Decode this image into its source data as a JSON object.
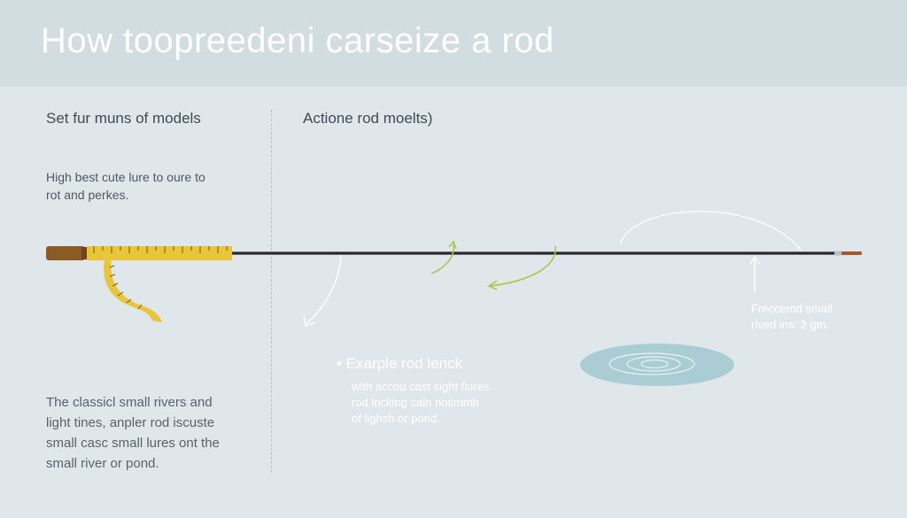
{
  "title": "How toopreedeni carseize a rod",
  "left_panel": {
    "heading": "Set fur muns of models",
    "subtext_lines": [
      "High best cute lure to oure to",
      "rot and perkes."
    ],
    "description_lines": [
      "The classicl small rivers and",
      "light tines, anpler rod iscuste",
      "small casc small lures ont the",
      "small river or pond."
    ]
  },
  "right_panel": {
    "heading": "Actione rod moelts)",
    "example": {
      "bullet": "•",
      "title": "Exarple rod lenck",
      "body_lines": [
        "with accou cast sight flures",
        "rod lncking caln notimmh",
        "of lighsh or pond."
      ]
    },
    "note_lines": [
      "Freccemd small",
      "rived ins: 2 gm."
    ]
  },
  "colors": {
    "background": "#dfe7ea",
    "header": "#d2dde1",
    "rod_blank": "#262a2e",
    "handle": "#8a5b22",
    "tape": "#e9c53a",
    "arrow_green": "#a8c84a",
    "arrow_white": "#ffffff",
    "water": "#a9cdd2"
  },
  "icons": [
    "fishing-rod",
    "measuring-tape",
    "curved-arrow",
    "water-ripple"
  ]
}
